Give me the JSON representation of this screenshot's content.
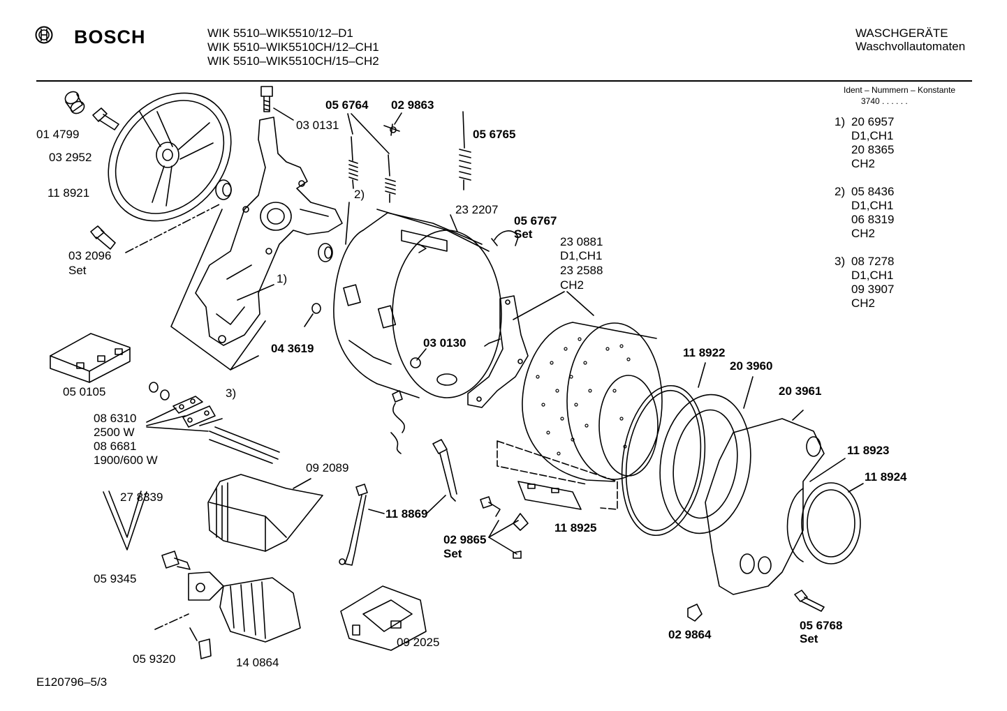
{
  "header": {
    "brand": "BOSCH",
    "models": [
      "WIK 5510–WIK5510/12–D1",
      "WIK 5510–WIK5510CH/12–CH1",
      "WIK 5510–WIK5510CH/15–CH2"
    ],
    "category": "WASCHGERÄTE",
    "subcategory": "Waschvollautomaten"
  },
  "ident": {
    "title": "Ident – Nummern – Konstante",
    "code": "3740 . . . . . ."
  },
  "notes": [
    {
      "marker": "1)",
      "lines": [
        "20 6957",
        "D1,CH1",
        "20 8365",
        "CH2"
      ]
    },
    {
      "marker": "2)",
      "lines": [
        "05 8436",
        "D1,CH1",
        "06 8319",
        "CH2"
      ]
    },
    {
      "marker": "3)",
      "lines": [
        "08 7278",
        "D1,CH1",
        "09 3907",
        "CH2"
      ]
    }
  ],
  "parts": {
    "p014799": "01 4799",
    "p032952": "03 2952",
    "p118921": "11 8921",
    "p032096": "03 2096",
    "p032096_set": "Set",
    "p030131": "03 0131",
    "p056764": "05 6764",
    "p029863": "02 9863",
    "p056765": "05 6765",
    "p232207": "23 2207",
    "p056767": "05 6767",
    "p056767_set": "Set",
    "p230881": "23 0881",
    "p230881_v1": "D1,CH1",
    "p232588": "23 2588",
    "p232588_v": "CH2",
    "note1": "1)",
    "note2": "2)",
    "note3": "3)",
    "p043619": "04 3619",
    "p030130": "03 0130",
    "p050105": "05 0105",
    "p086310": "08 6310",
    "p2500w": "2500 W",
    "p086681": "08 6681",
    "p1900w": "1900/600 W",
    "p092089": "09 2089",
    "p278339": "27 8339",
    "p118869": "11 8869",
    "p029865": "02 9865",
    "p029865_set": "Set",
    "p118925": "11 8925",
    "p118922": "11 8922",
    "p203960": "20 3960",
    "p203961": "20 3961",
    "p118923": "11 8923",
    "p118924": "11 8924",
    "p059345": "05 9345",
    "p059320": "05 9320",
    "p140864": "14 0864",
    "p092025": "09 2025",
    "p029864": "02 9864",
    "p056768": "05 6768",
    "p056768_set": "Set"
  },
  "footer": {
    "code": "E120796–5/3"
  }
}
